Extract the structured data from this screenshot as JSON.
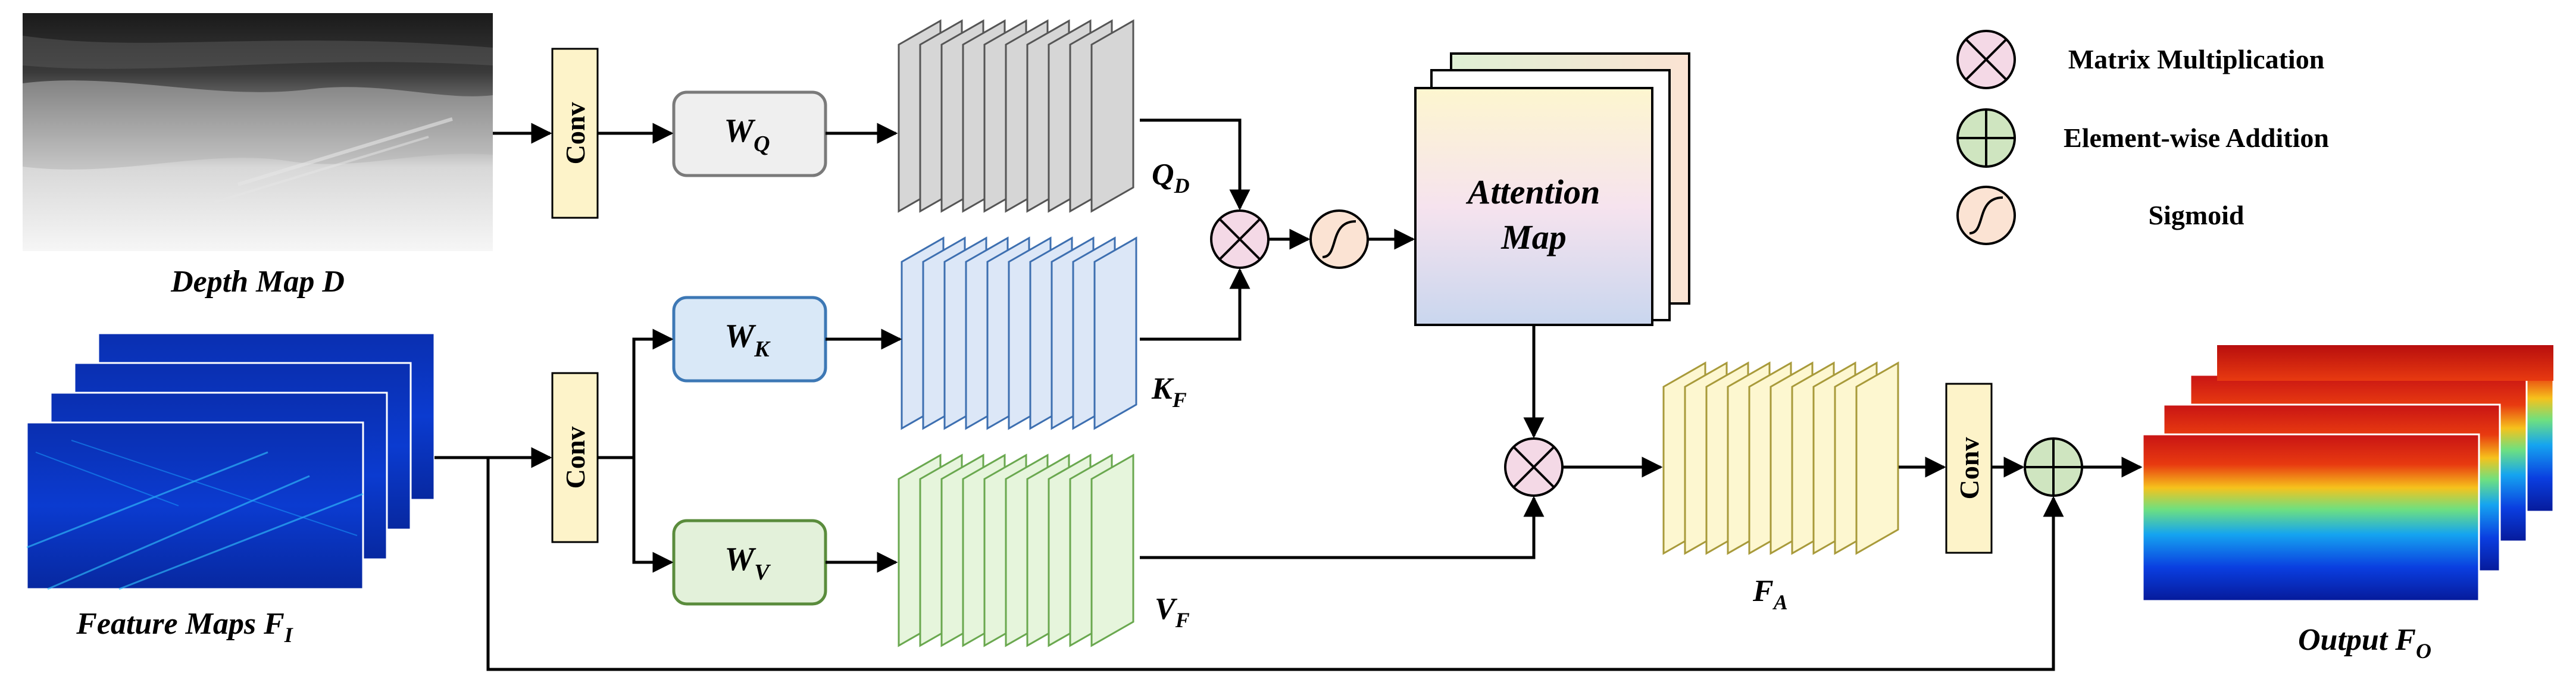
{
  "labels": {
    "depth_map": "Depth Map D",
    "feature_maps": "Feature Maps F",
    "feature_maps_sub": "I",
    "output": "Output F",
    "output_sub": "O",
    "conv": "Conv",
    "wq": "W",
    "wq_sub": "Q",
    "wk": "W",
    "wk_sub": "K",
    "wv": "W",
    "wv_sub": "V",
    "qd": "Q",
    "qd_sub": "D",
    "kf": "K",
    "kf_sub": "F",
    "vf": "V",
    "vf_sub": "F",
    "fa": "F",
    "fa_sub": "A",
    "attention_line1": "Attention",
    "attention_line2": "Map"
  },
  "legend": {
    "matmul": "Matrix Multiplication",
    "add": "Element-wise Addition",
    "sigmoid": "Sigmoid"
  },
  "colors": {
    "conv_fill": "#fdf3c9",
    "wq_fill": "#efefef",
    "wk_fill": "#d9e8f7",
    "wk_stroke": "#3d78b5",
    "wv_fill": "#e3f1da",
    "wv_stroke": "#5a8c3c",
    "q_stack": "#d6d6d6",
    "k_stack": "#dce7f7",
    "v_stack": "#e6f5dc",
    "fa_stack": "#fdf7d0",
    "matmul_fill": "#f4d9e6",
    "add_fill": "#cfe5c0",
    "sigmoid_fill": "#fbe3d3"
  }
}
